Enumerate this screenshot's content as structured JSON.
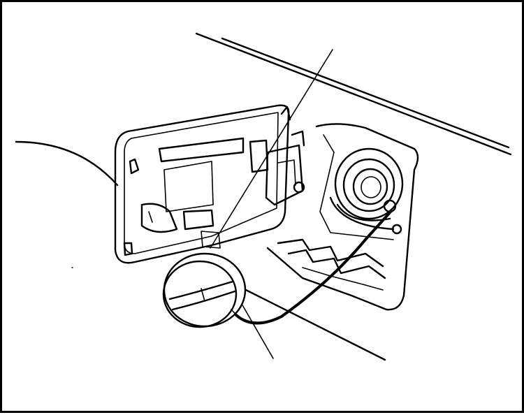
{
  "diagram": {
    "parts": [
      "car-body-panel",
      "fuel-filler-door",
      "fuel-filler-neck",
      "fuel-cap",
      "cap-tether-cord"
    ],
    "leader_lines": 2,
    "colors": {
      "ink": "#000000",
      "paper": "#ffffff"
    }
  }
}
